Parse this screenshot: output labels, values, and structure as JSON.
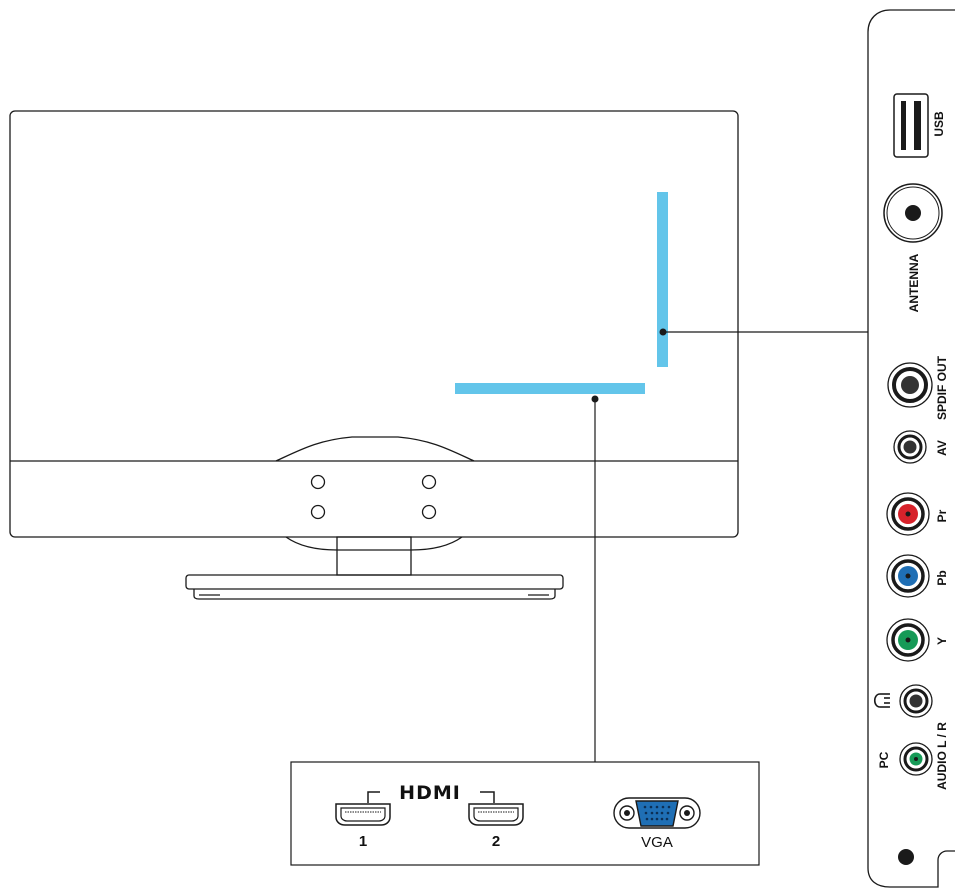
{
  "side_panel": {
    "usb_label": "USB",
    "antenna_label": "ANTENNA",
    "spdif_label": "SPDIF OUT",
    "av_label": "AV",
    "pr_label": "Pr",
    "pb_label": "Pb",
    "y_label": "Y",
    "audio_label": "AUDIO L / R",
    "pc_label": "PC"
  },
  "bottom_panel": {
    "hdmi_logo": "HDMI",
    "hdmi1_label": "1",
    "hdmi2_label": "2",
    "vga_label": "VGA"
  },
  "colors": {
    "highlight": "#63c5ea",
    "pr_red": "#d7222b",
    "pb_blue": "#1f6fb5",
    "y_green": "#169a57",
    "vga_blue": "#1f6fb5",
    "outline": "#1a1a1a"
  }
}
